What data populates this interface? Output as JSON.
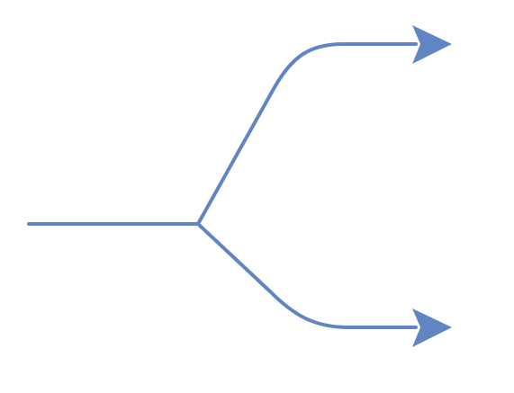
{
  "diagram": {
    "type": "split-arrow",
    "colors": {
      "stroke": "#6185c3",
      "background": "#ffffff"
    },
    "branches": [
      {
        "direction": "upper-right"
      },
      {
        "direction": "lower-right"
      }
    ]
  }
}
